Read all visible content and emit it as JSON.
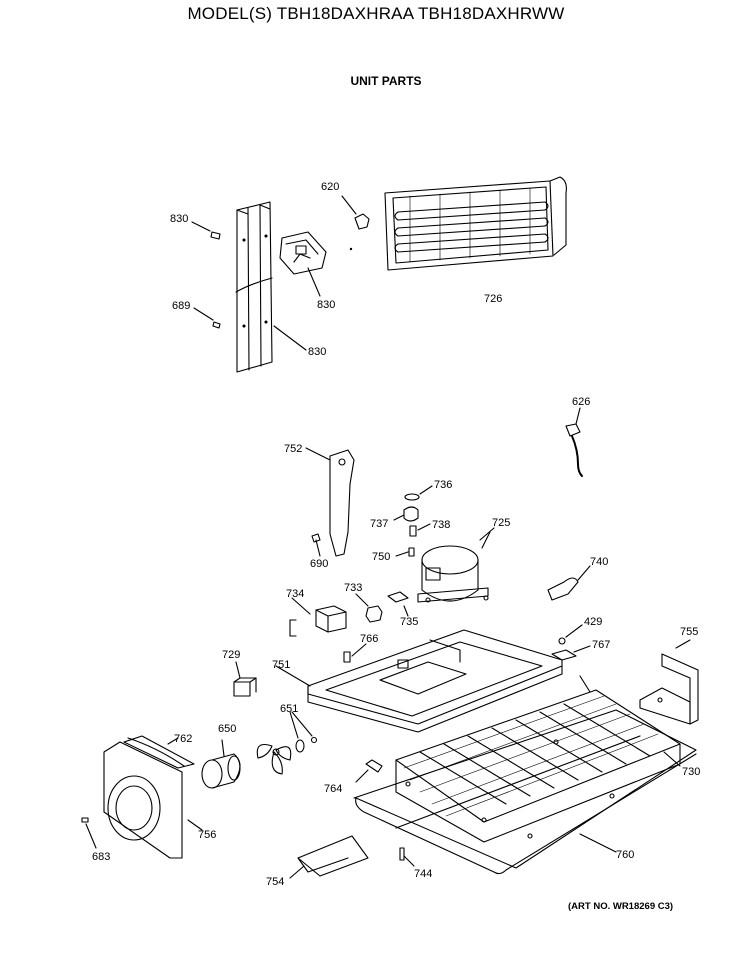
{
  "header": {
    "title": "MODEL(S) TBH18DAXHRAA  TBH18DAXHRWW",
    "subtitle": "UNIT PARTS",
    "art_number": "(ART NO. WR18269 C3)"
  },
  "callouts": [
    {
      "id": "c620",
      "text": "620"
    },
    {
      "id": "c830a",
      "text": "830"
    },
    {
      "id": "c830b",
      "text": "830"
    },
    {
      "id": "c830c",
      "text": "830"
    },
    {
      "id": "c689",
      "text": "689"
    },
    {
      "id": "c726",
      "text": "726"
    },
    {
      "id": "c626",
      "text": "626"
    },
    {
      "id": "c752",
      "text": "752"
    },
    {
      "id": "c736",
      "text": "736"
    },
    {
      "id": "c737",
      "text": "737"
    },
    {
      "id": "c738",
      "text": "738"
    },
    {
      "id": "c725",
      "text": "725"
    },
    {
      "id": "c750",
      "text": "750"
    },
    {
      "id": "c690",
      "text": "690"
    },
    {
      "id": "c740",
      "text": "740"
    },
    {
      "id": "c734",
      "text": "734"
    },
    {
      "id": "c733",
      "text": "733"
    },
    {
      "id": "c735",
      "text": "735"
    },
    {
      "id": "c429",
      "text": "429"
    },
    {
      "id": "c767",
      "text": "767"
    },
    {
      "id": "c755",
      "text": "755"
    },
    {
      "id": "c766",
      "text": "766"
    },
    {
      "id": "c729",
      "text": "729"
    },
    {
      "id": "c751",
      "text": "751"
    },
    {
      "id": "c651",
      "text": "651"
    },
    {
      "id": "c650",
      "text": "650"
    },
    {
      "id": "c762",
      "text": "762"
    },
    {
      "id": "c730",
      "text": "730"
    },
    {
      "id": "c764",
      "text": "764"
    },
    {
      "id": "c756",
      "text": "756"
    },
    {
      "id": "c683",
      "text": "683"
    },
    {
      "id": "c760",
      "text": "760"
    },
    {
      "id": "c754",
      "text": "754"
    },
    {
      "id": "c744",
      "text": "744"
    }
  ]
}
